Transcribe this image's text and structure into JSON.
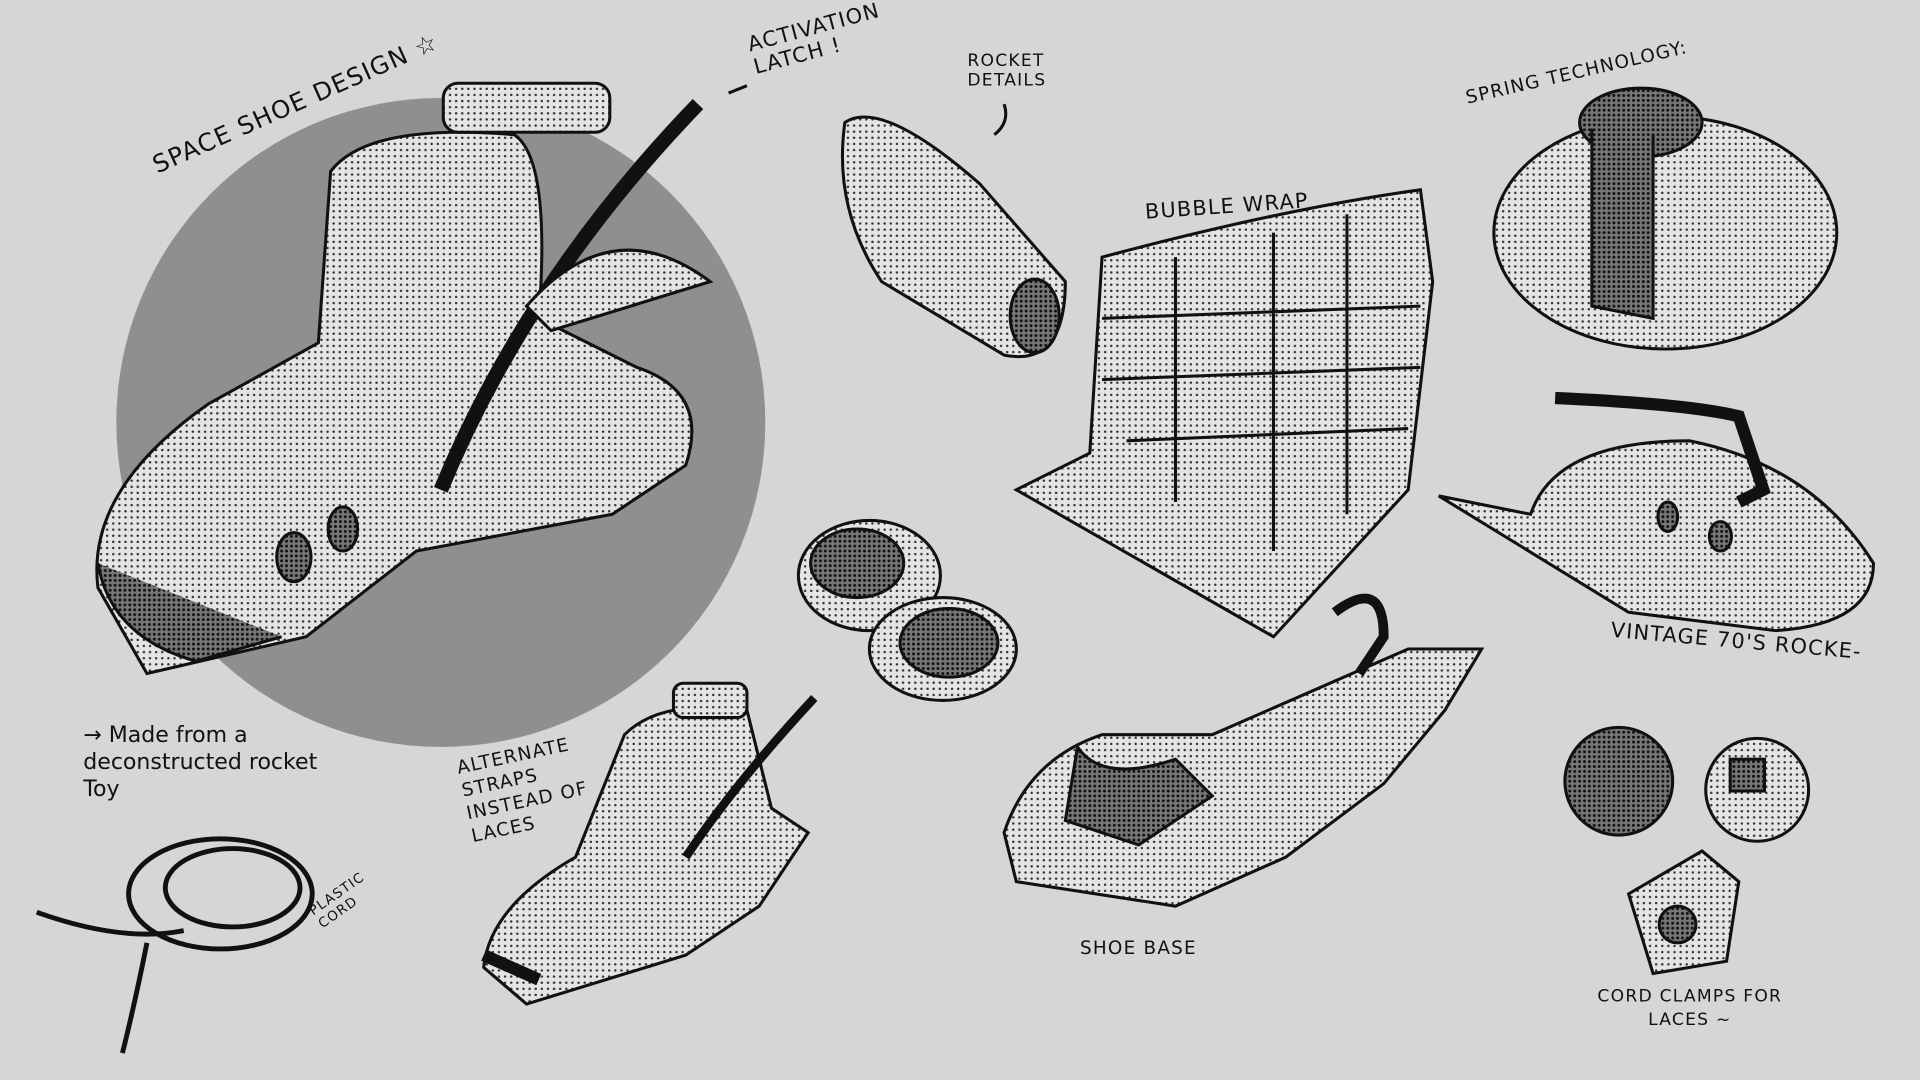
{
  "labels": {
    "title": "SPACE SHOE DESIGN ☆",
    "activation_latch": "ACTIVATION LATCH !",
    "rocket_details": "ROCKET DETAILS",
    "bubble_wrap": "BUBBLE WRAP",
    "spring_technology": "SPRING TECHNOLOGY:",
    "vintage_rocket": "VINTAGE 70'S ROCKE-",
    "made_from": "→ Made from a deconstructed rocket Toy",
    "plastic_cord": "PLASTIC CORD",
    "alternate_straps": "ALTERNATE STRAPS INSTEAD OF LACES",
    "shoe_base": "SHOE BASE",
    "cord_clamps": "CORD CLAMPS FOR LACES ~"
  },
  "colors": {
    "background": "#d6d6d6",
    "circle": "#8a8a8a",
    "ink": "#111111"
  }
}
